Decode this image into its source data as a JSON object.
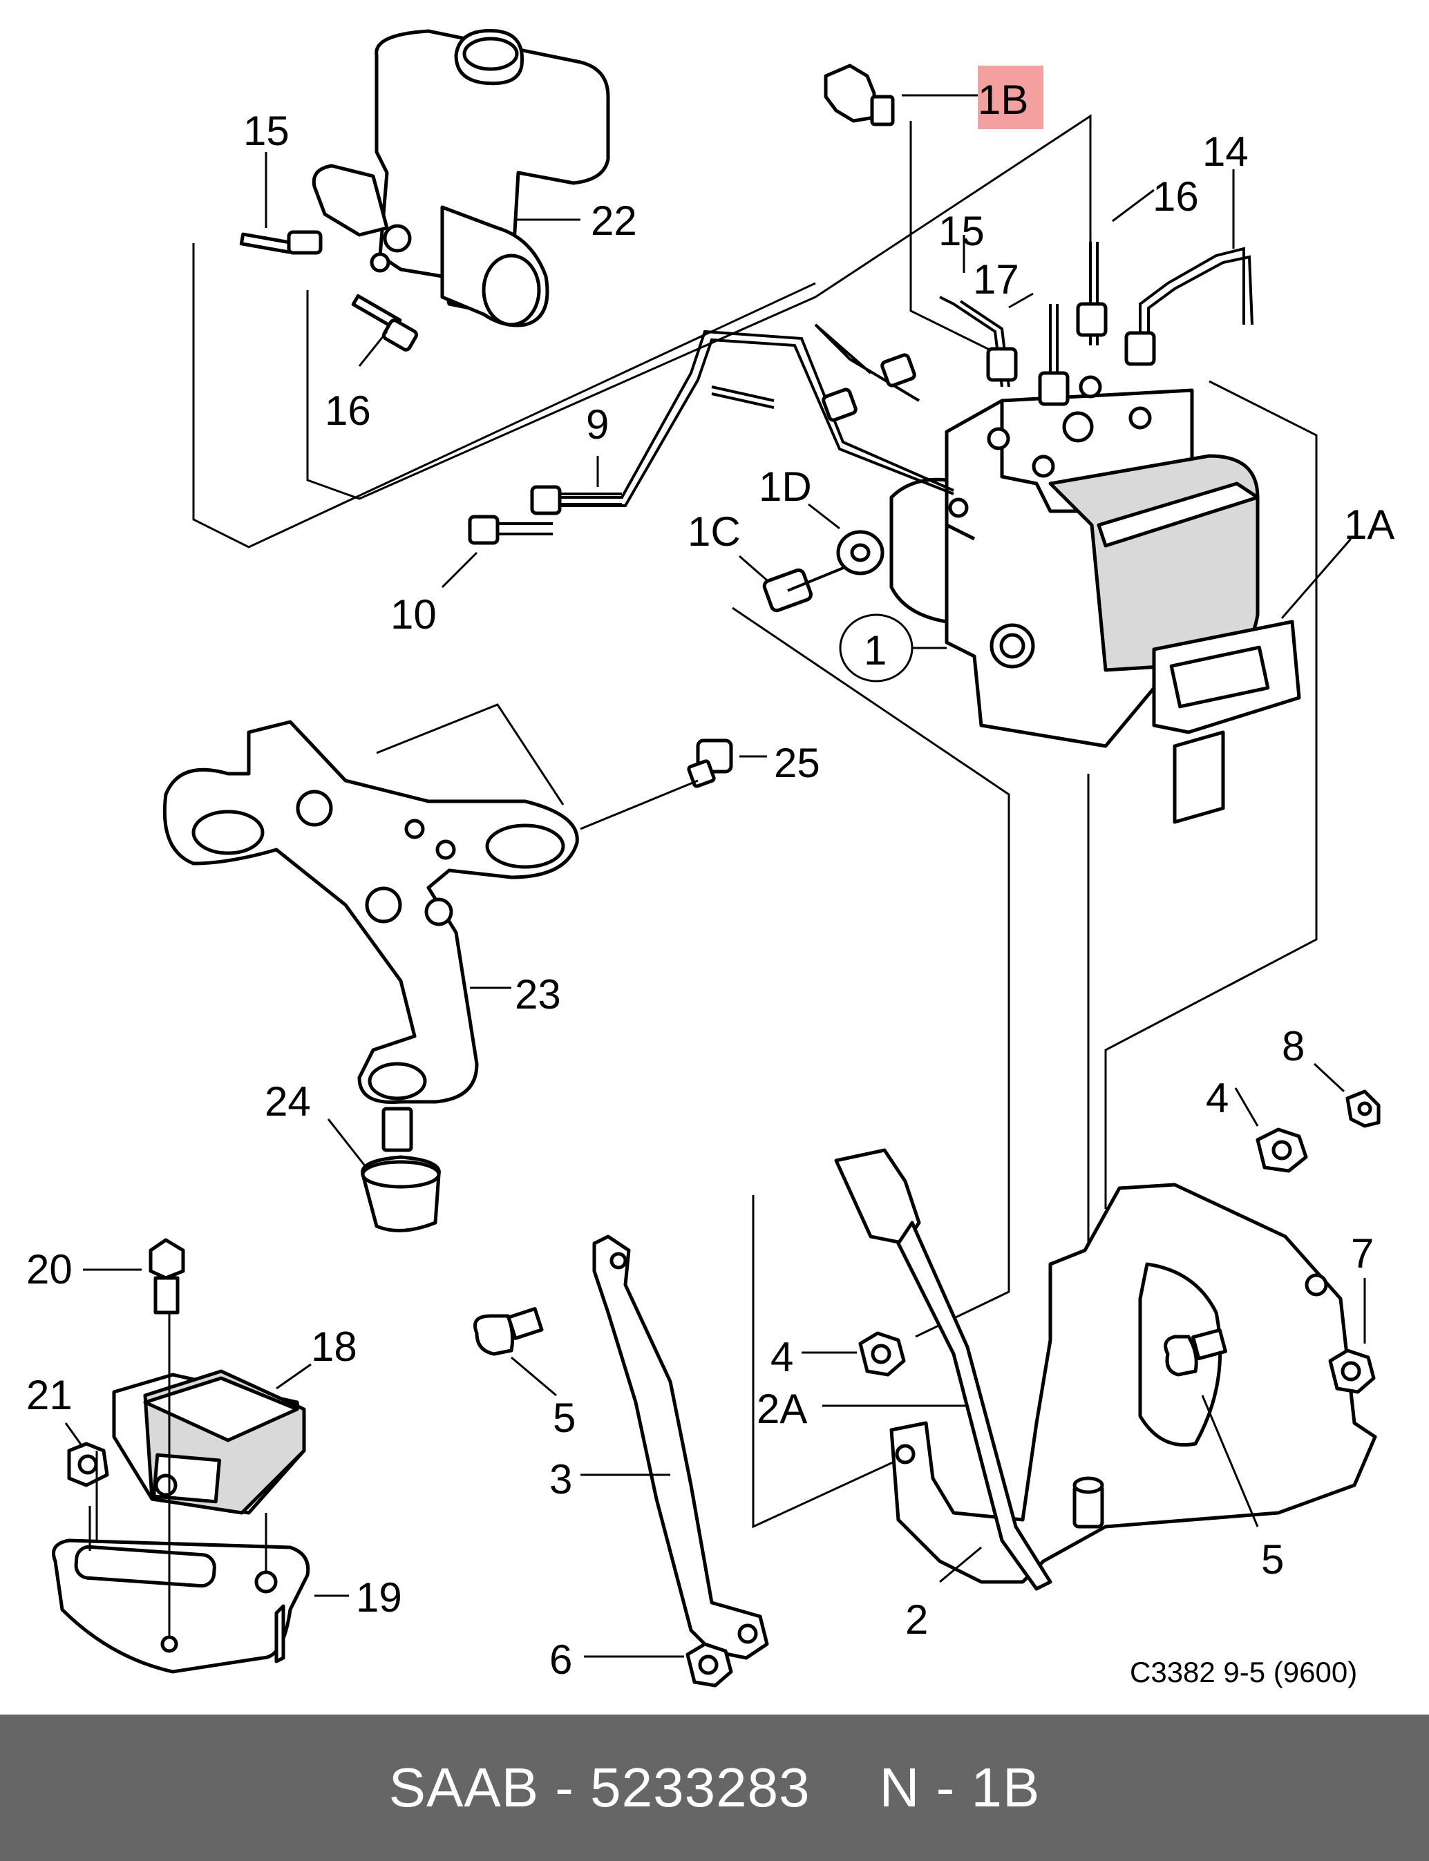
{
  "labels": {
    "l1": "1",
    "l1A": "1A",
    "l1B": "1B",
    "l1C": "1C",
    "l1D": "1D",
    "l2": "2",
    "l2A": "2A",
    "l3": "3",
    "l4a": "4",
    "l4b": "4",
    "l5a": "5",
    "l5b": "5",
    "l6": "6",
    "l7": "7",
    "l8": "8",
    "l9": "9",
    "l10": "10",
    "l14": "14",
    "l15a": "15",
    "l15b": "15",
    "l16a": "16",
    "l16b": "16",
    "l17": "17",
    "l18": "18",
    "l19": "19",
    "l20": "20",
    "l21": "21",
    "l22": "22",
    "l23": "23",
    "l24": "24",
    "l25": "25"
  },
  "highlight": {
    "label": "1B",
    "color": "#f4a0a0"
  },
  "drawing_code": "C3382 9-5 (9600)",
  "footer": {
    "brand": "SAAB",
    "separator": "-",
    "part_number": "5233283",
    "position_prefix": "N",
    "position_separator": "-",
    "position": "1B",
    "background": "#666666",
    "text_color": "#ffffff"
  }
}
